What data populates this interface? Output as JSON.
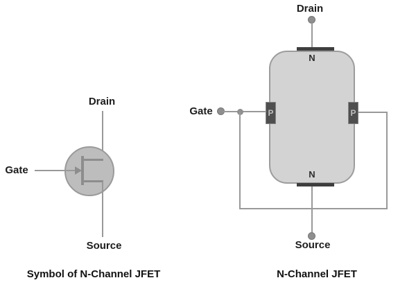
{
  "left_diagram": {
    "drain_label": "Drain",
    "gate_label": "Gate",
    "source_label": "Source",
    "caption": "Symbol of N-Channel JFET"
  },
  "right_diagram": {
    "drain_label": "Drain",
    "gate_label": "Gate",
    "source_label": "Source",
    "caption": "N-Channel JFET",
    "top_region_label": "N",
    "bottom_region_label": "N",
    "left_p_region_label": "P",
    "right_p_region_label": "P"
  },
  "colors": {
    "text": "#1c1c1c",
    "caption-text": "#111111",
    "wire": "#999999",
    "dot-fill": "#8f8f8f",
    "dot-border": "#767676",
    "symbol-fill": "#bdbdbd",
    "symbol-stroke": "#9a9a9a",
    "symbol-inner": "#8d8d8d",
    "body-fill": "#d3d3d3",
    "body-stroke": "#9c9c9c",
    "contact-dark": "#3e3e3e",
    "p-fill": "#4f4f4f",
    "p-border": "#868686",
    "p-text": "#bfbfbf",
    "region-text": "#2e2e2e"
  }
}
